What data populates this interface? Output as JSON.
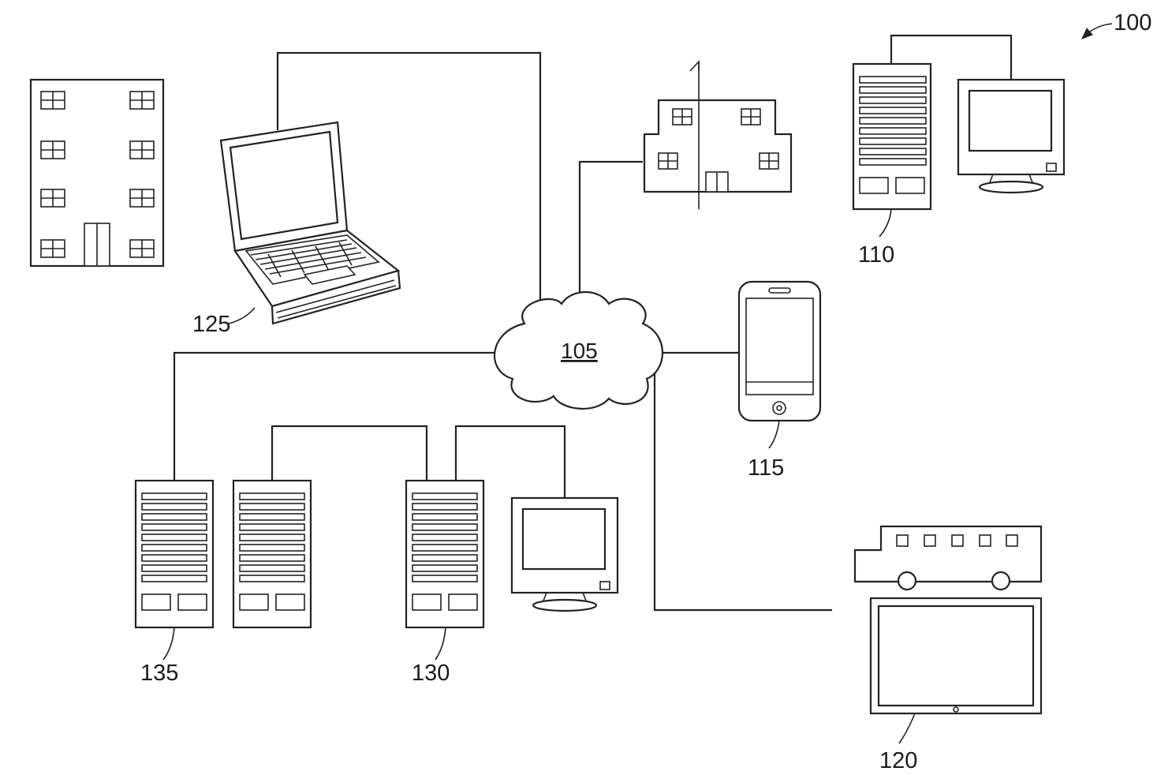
{
  "labels": {
    "system": "100",
    "network": "105",
    "server_terminal": "110",
    "mobile_device": "115",
    "vehicle_display": "120",
    "laptop": "125",
    "workstation": "130",
    "server_rack": "135"
  },
  "colors": {
    "stroke": "#222222",
    "background": "#ffffff"
  }
}
